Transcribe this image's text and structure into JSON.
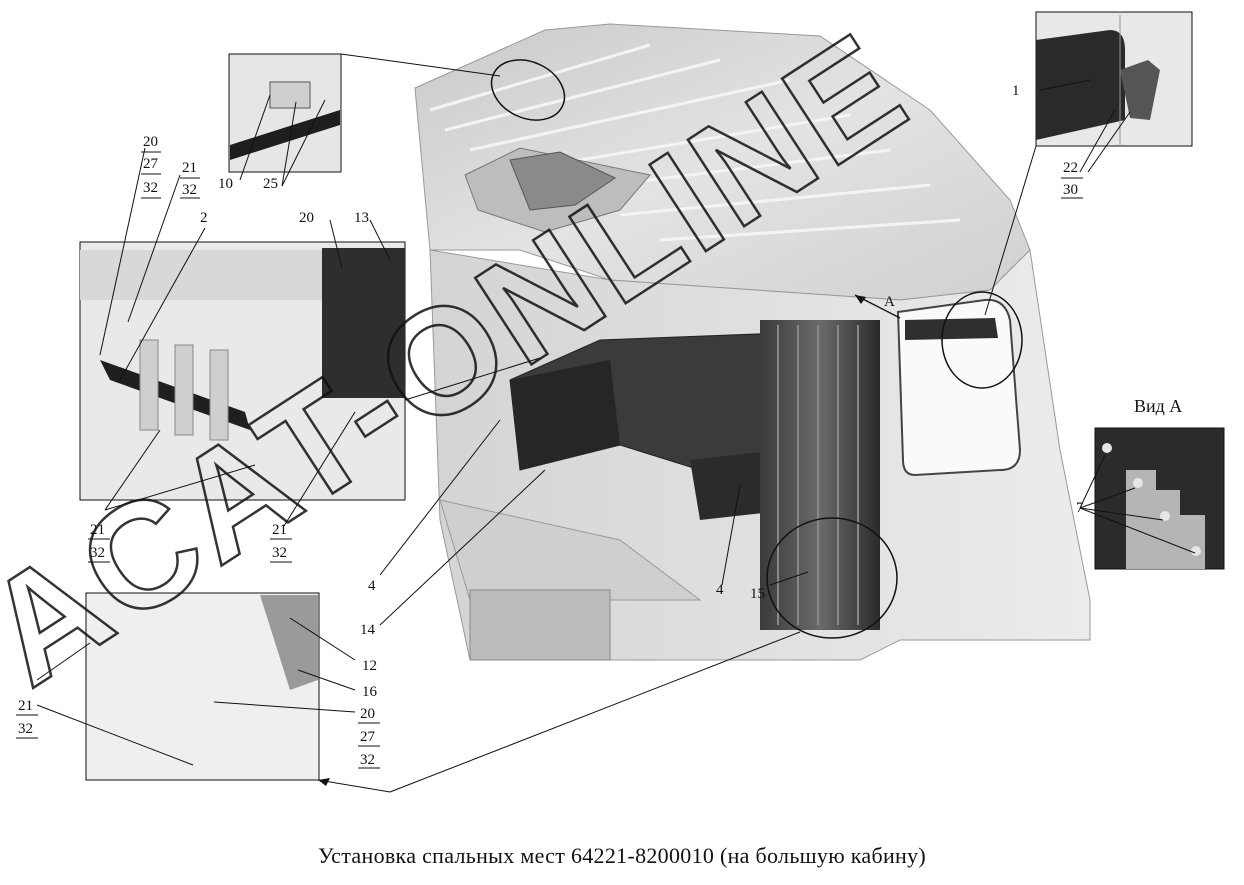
{
  "caption": "Установка спальных мест 64221-8200010 (на большую кабину)",
  "view_title": "Вид А",
  "view_arrow_label": "A",
  "watermark": "ACAT-ONLINE",
  "callouts": {
    "c1": "1",
    "c2": "2",
    "c4a": "4",
    "c4b": "4",
    "c7": "7",
    "c10": "10",
    "c12": "12",
    "c13": "13",
    "c14": "14",
    "c15": "15",
    "c16": "16",
    "c20_top": "20",
    "c20_mid": "20",
    "c20_bot": "20",
    "c21_a": "21",
    "c21_b": "21",
    "c21_c": "21",
    "c21_d": "21",
    "c22": "22",
    "c25": "25",
    "c27_top": "27",
    "c27_bot": "27",
    "c30": "30",
    "c32_a": "32",
    "c32_b": "32",
    "c32_c": "32",
    "c32_d": "32",
    "c32_e": "32",
    "c32_f": "32"
  }
}
